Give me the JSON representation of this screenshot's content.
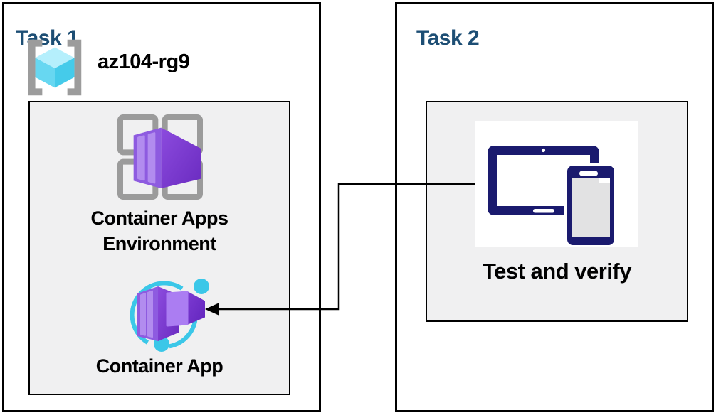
{
  "task1": {
    "title": "Task 1",
    "resource_group_name": "az104-rg9",
    "env_label_line1": "Container Apps",
    "env_label_line2": "Environment",
    "app_label": "Container App"
  },
  "task2": {
    "title": "Task 2",
    "verify_label": "Test and verify"
  },
  "connector": {
    "arrow_points_to": "Container App",
    "from_node": "Test and verify"
  },
  "icons": {
    "resource_group": "resource-group-icon",
    "container_apps_environment": "container-apps-environment-icon",
    "container_app": "container-app-icon",
    "test_and_verify": "devices-tablet-phone-icon"
  },
  "colors": {
    "task_title": "#1d4e74",
    "box_border": "#000000",
    "inner_box_bg": "#f0f0f1",
    "icon_navy": "#1a1a6e",
    "icon_cyan": "#3bc7e8",
    "bracket_gray": "#9c9c9c",
    "grid_gray": "#9b9b9b",
    "purple_left": "#8e5be0",
    "purple_stripe": "#b28cef",
    "purple_small": "#ab7df2"
  }
}
